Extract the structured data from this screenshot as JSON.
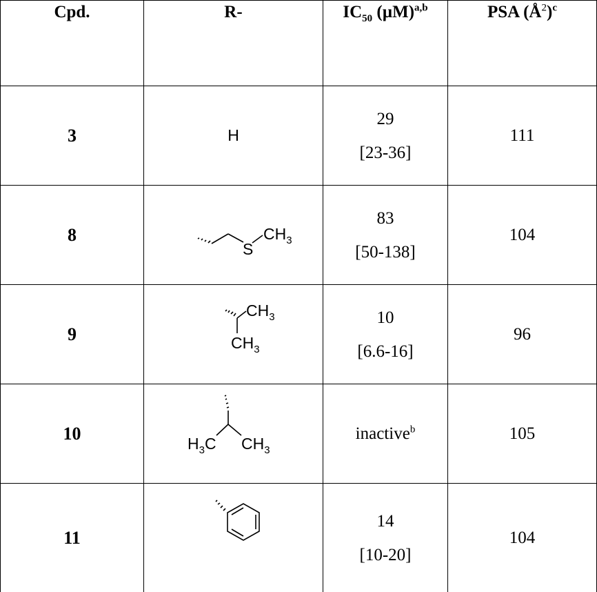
{
  "table": {
    "headers": {
      "cpd": "Cpd.",
      "r": "R-",
      "ic50_main": "IC",
      "ic50_sub": "50",
      "ic50_unit": " (µM)",
      "ic50_sup": "a,b",
      "psa_main": "PSA (Å",
      "psa_sup": "2",
      "psa_close": ")",
      "psa_footnote": "c"
    },
    "rows": [
      {
        "cpd": "3",
        "r_text": "H",
        "r_structure": "hydrogen",
        "ic50": "29",
        "range": "[23-36]",
        "psa": "111"
      },
      {
        "cpd": "8",
        "r_structure": "2-(methylthio)ethyl",
        "ic50": "83",
        "range": "[50-138]",
        "psa": "104"
      },
      {
        "cpd": "9",
        "r_structure": "isopropyl",
        "ic50": "10",
        "range": "[6.6-16]",
        "psa": "96"
      },
      {
        "cpd": "10",
        "r_structure": "isobutyl",
        "ic50_text": "inactive",
        "ic50_sup": "b",
        "psa": "105"
      },
      {
        "cpd": "11",
        "r_structure": "phenyl",
        "ic50": "14",
        "range": "[10-20]",
        "psa": "104"
      }
    ],
    "chem_labels": {
      "ch3": "CH",
      "three": "3",
      "s": "S",
      "h3c_h": "H",
      "h3c_c": "C"
    }
  }
}
